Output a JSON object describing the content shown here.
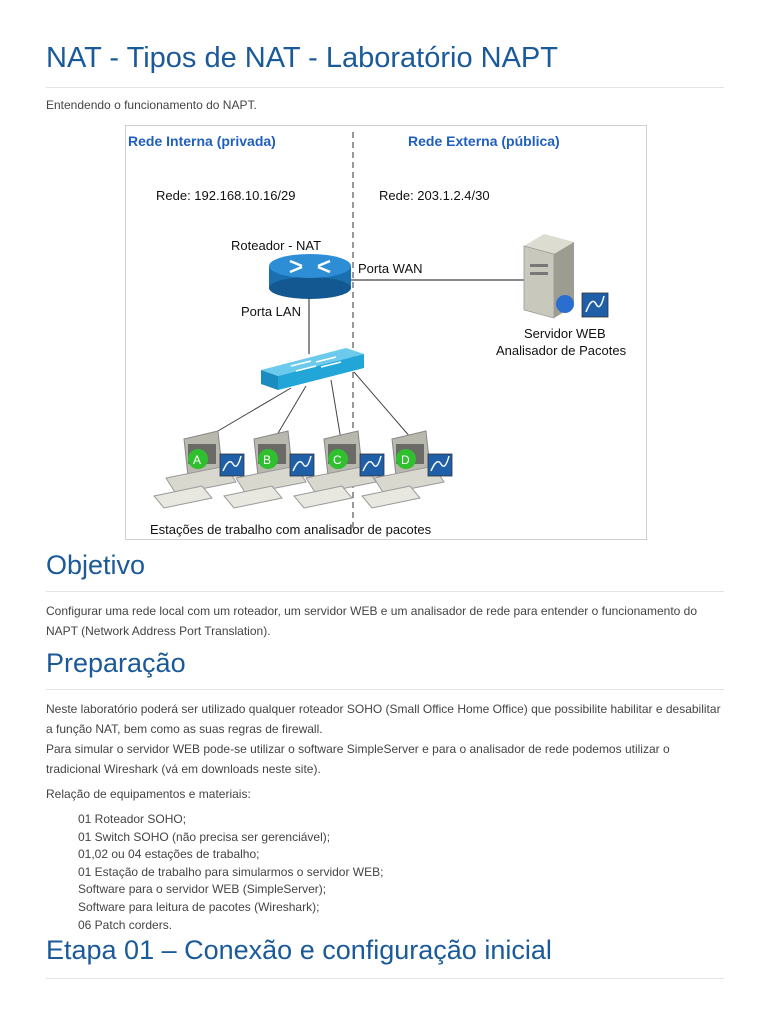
{
  "title": "NAT - Tipos de NAT - Laboratório NAPT",
  "intro": "Entendendo o funcionamento do NAPT.",
  "diagram": {
    "inside_label": "Rede Interna (privada)",
    "outside_label": "Rede Externa (pública)",
    "inside_net": "Rede: 192.168.10.16/29",
    "outside_net": "Rede: 203.1.2.4/30",
    "router_label": "Roteador - NAT",
    "wan_label": "Porta WAN",
    "lan_label": "Porta LAN",
    "server_label_1": "Servidor WEB",
    "server_label_2": "Analisador de Pacotes",
    "workstations": [
      "A",
      "B",
      "C",
      "D"
    ],
    "caption": "Estações de trabalho com analisador de pacotes",
    "colors": {
      "label_blue": "#1f5fbf",
      "router": "#1e7fc4",
      "switch": "#22a6d8",
      "station_badge": "#2fbf2f"
    }
  },
  "objetivo": {
    "heading": "Objetivo",
    "text": "Configurar uma rede local com um roteador, um servidor WEB e um analisador de rede para entender o funcionamento do NAPT (Network Address Port Translation)."
  },
  "preparacao": {
    "heading": "Preparação",
    "p1": "Neste laboratório poderá ser utilizado qualquer roteador SOHO (Small Office Home Office) que possibilite habilitar e desabilitar a função NAT, bem como as suas regras de firewall.",
    "p2": "Para simular o servidor WEB pode-se utilizar o software SimpleServer e para o analisador de rede podemos utilizar o tradicional Wireshark (vá em downloads neste site).",
    "p3": "Relação de equipamentos e materiais:",
    "items": [
      "01 Roteador SOHO;",
      "01 Switch SOHO (não precisa ser gerenciável);",
      "01,02 ou 04 estações de trabalho;",
      "01 Estação de trabalho para simularmos o servidor WEB;",
      "Software para o servidor WEB (SimpleServer);",
      "Software para leitura de pacotes (Wireshark);",
      "06 Patch corders."
    ]
  },
  "etapa1": {
    "heading": "Etapa 01 – Conexão e configuração inicial"
  }
}
